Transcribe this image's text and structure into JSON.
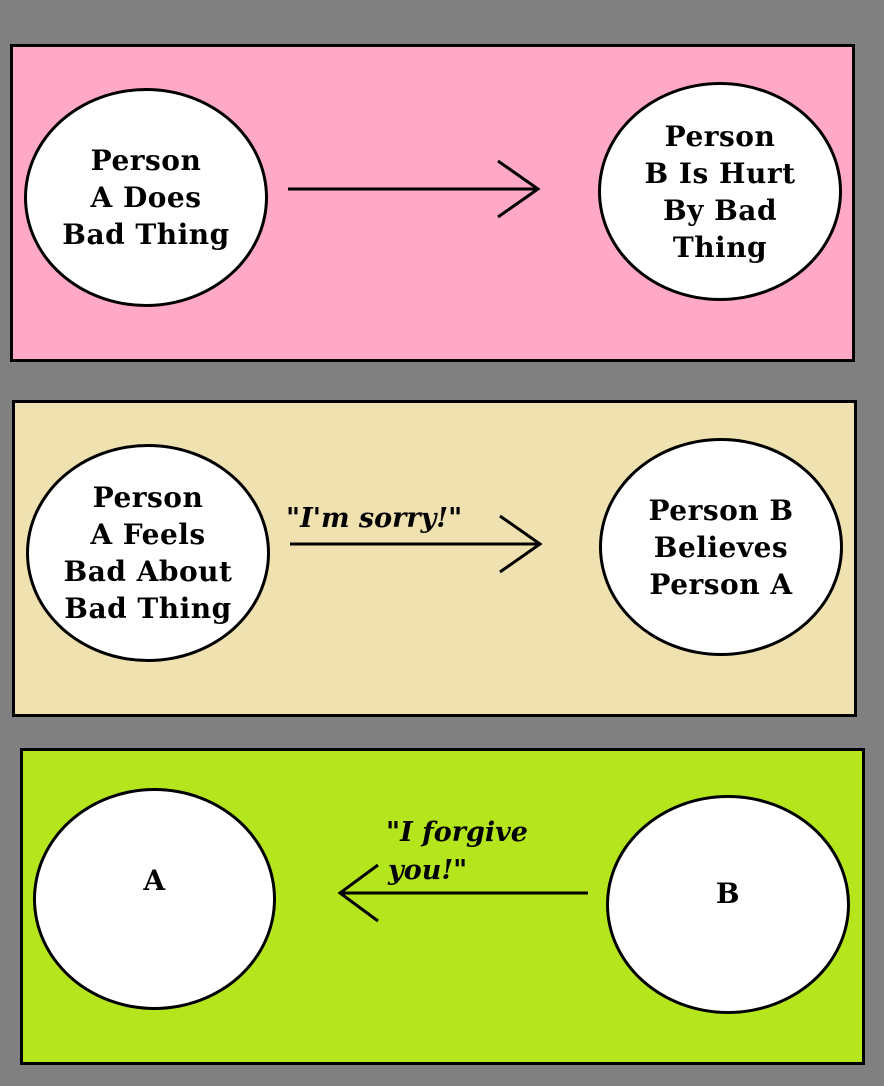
{
  "panels": [
    {
      "left_lines": [
        "Person",
        "A Does",
        "Bad Thing"
      ],
      "right_lines": [
        "Person",
        "B Is Hurt",
        "By Bad",
        "Thing"
      ],
      "arrow_label": ""
    },
    {
      "left_lines": [
        "Person",
        "A Feels",
        "Bad About",
        "Bad Thing"
      ],
      "right_lines": [
        "Person B",
        "Believes",
        "Person A"
      ],
      "arrow_label": "\"I'm sorry!\""
    },
    {
      "left_lines": [
        "A"
      ],
      "right_lines": [
        "B"
      ],
      "arrow_label_lines": [
        "\"I forgive",
        "you!\""
      ]
    }
  ],
  "colors": {
    "background": "#808080",
    "panel1": "#ffa9c7",
    "panel2": "#efe1b0",
    "panel3": "#b5e61d",
    "circle": "#ffffff",
    "stroke": "#000000"
  }
}
